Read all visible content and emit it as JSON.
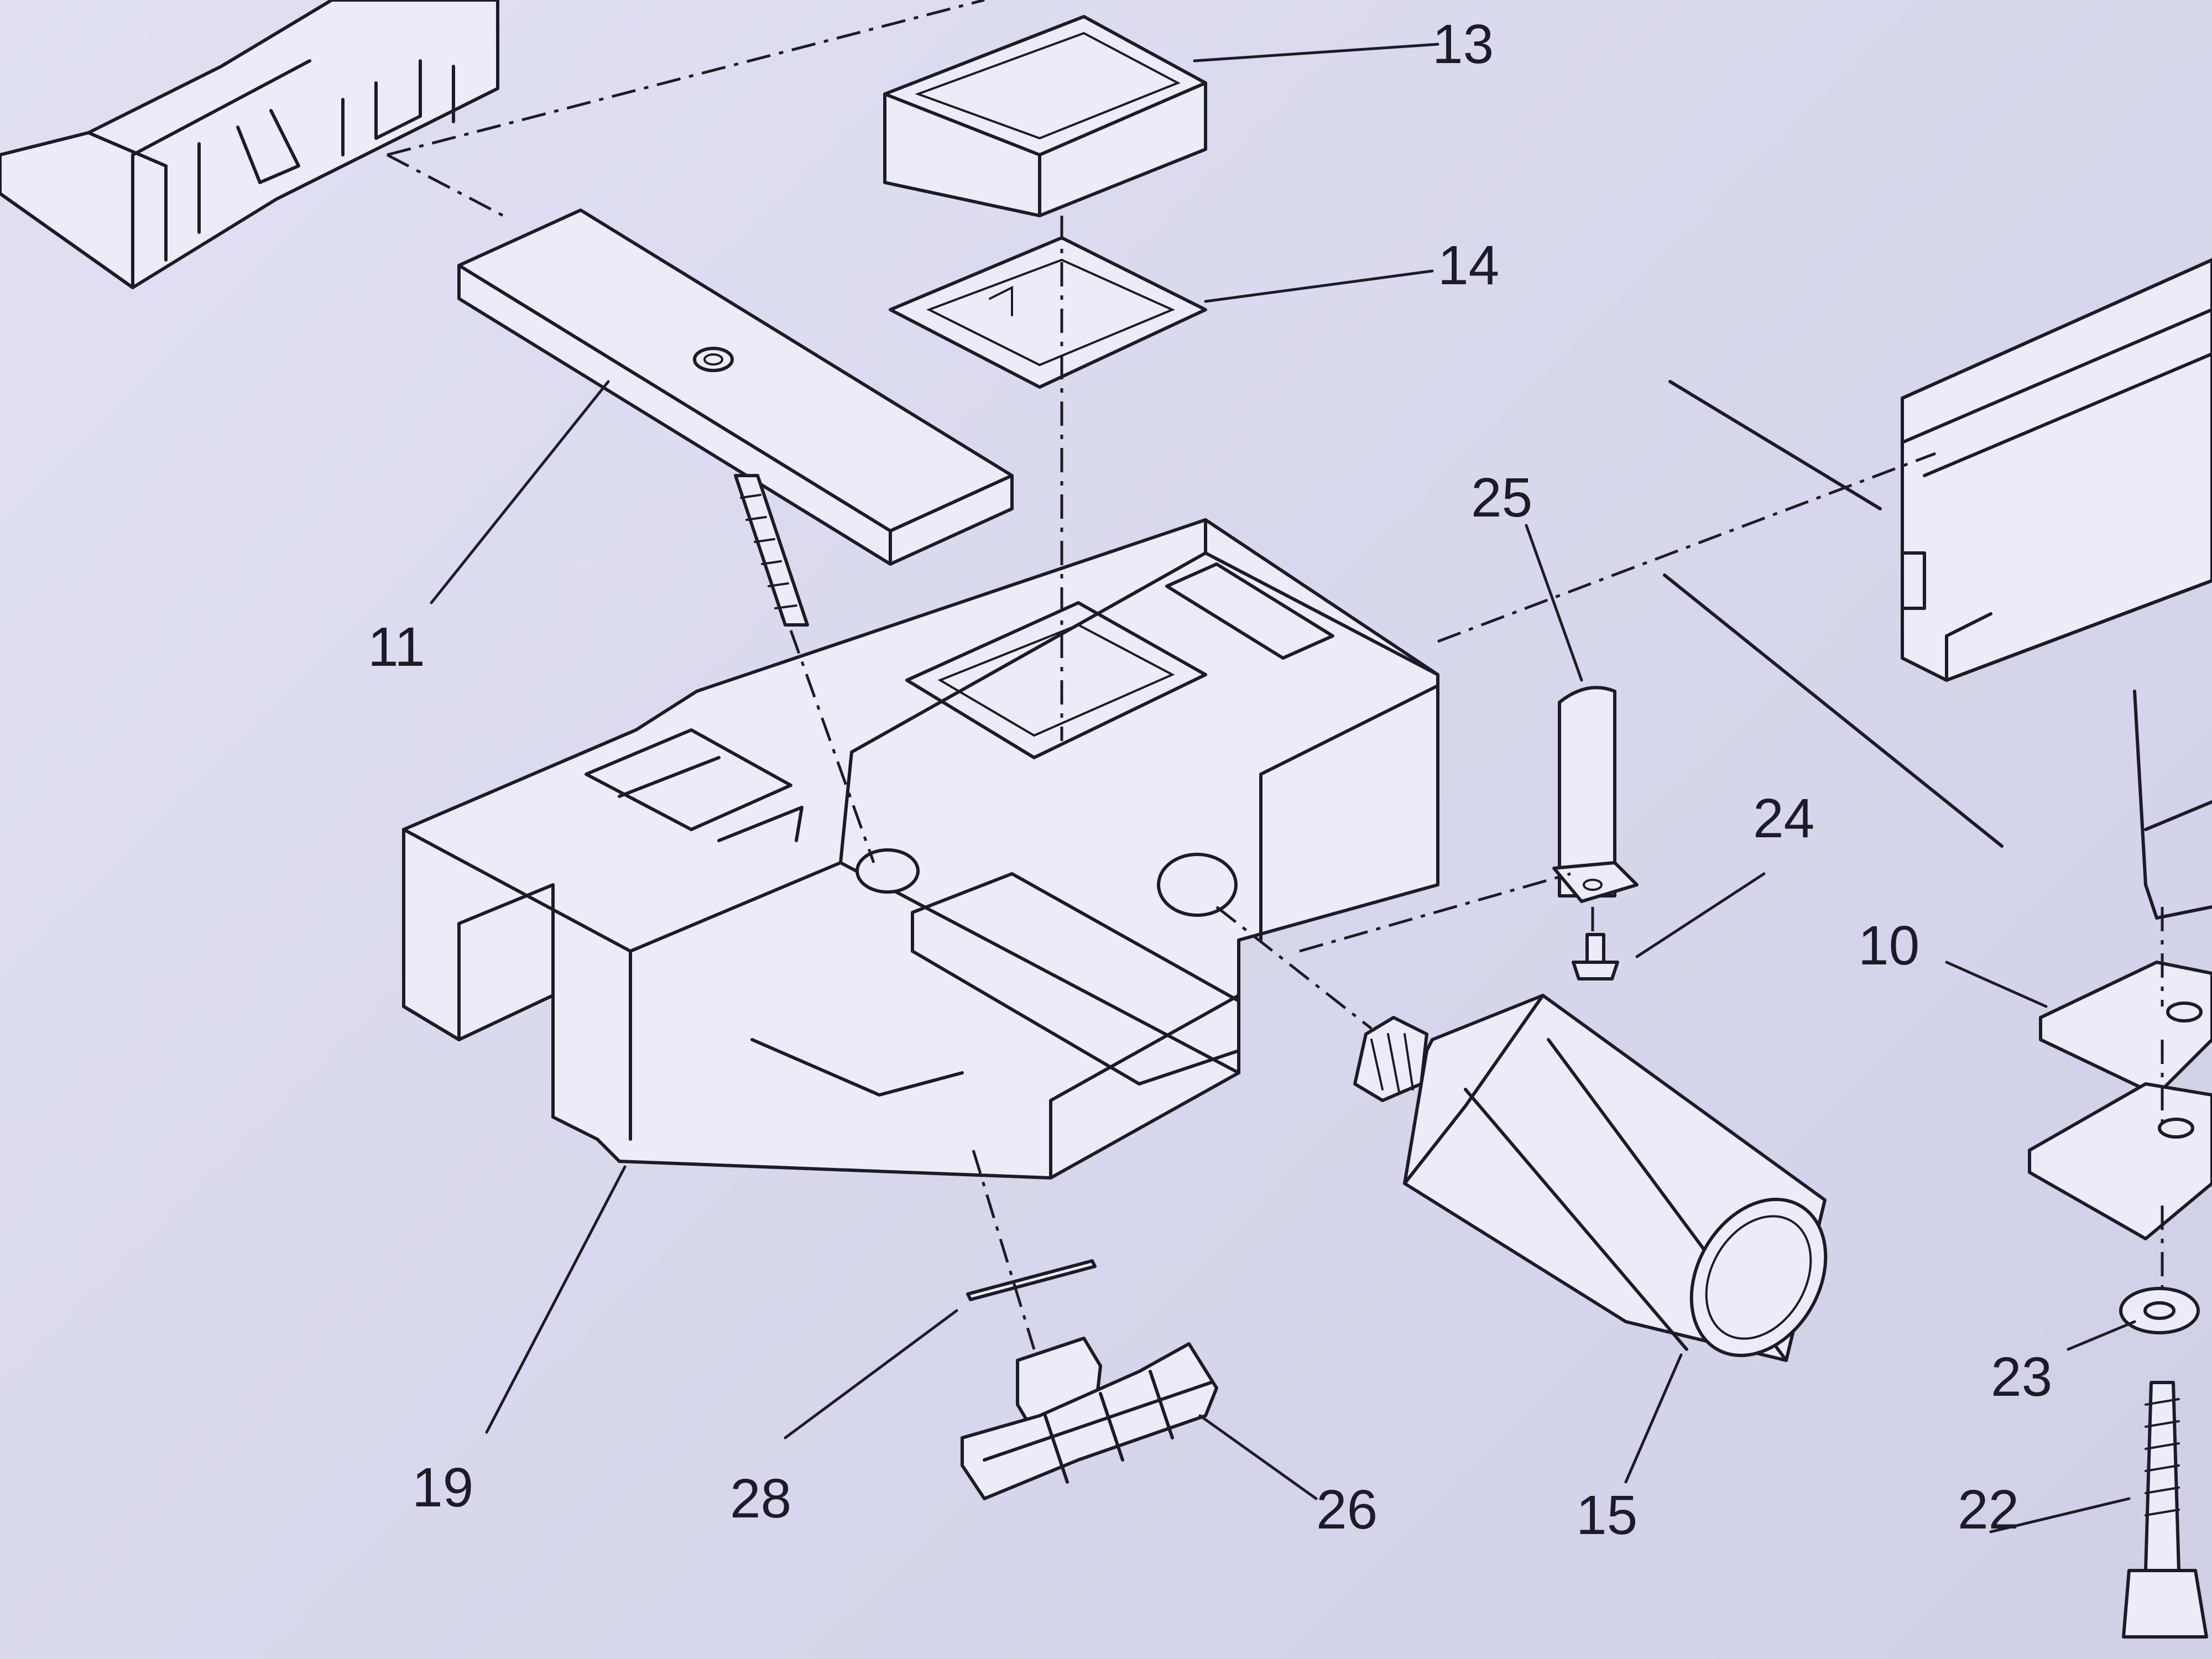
{
  "diagram": {
    "type": "exploded-assembly-drawing",
    "ink_color": "#1c1c28",
    "paper_color": "#dcdcf0",
    "part_callouts": [
      "13",
      "14",
      "11",
      "25",
      "24",
      "10",
      "19",
      "28",
      "26",
      "15",
      "23",
      "22"
    ]
  }
}
